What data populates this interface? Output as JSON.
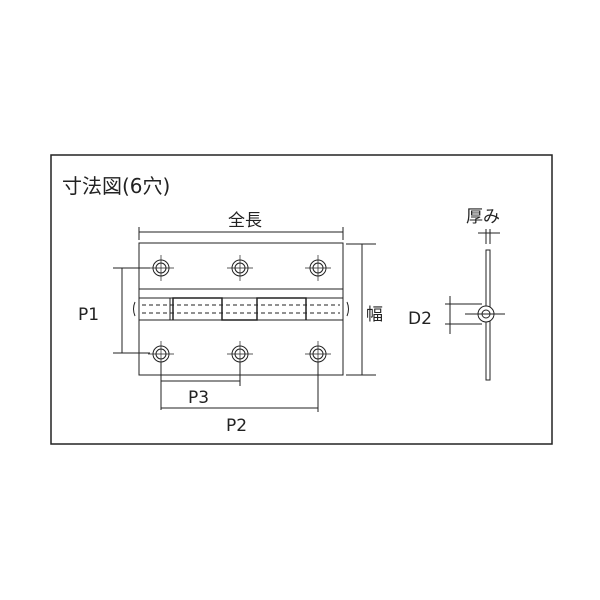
{
  "title": "寸法図(6穴)",
  "labels": {
    "overall_length": "全長",
    "width": "幅",
    "p1": "P1",
    "p2": "P2",
    "p3": "P3",
    "thickness": "厚み",
    "d2": "D2"
  },
  "hole_count": 6
}
